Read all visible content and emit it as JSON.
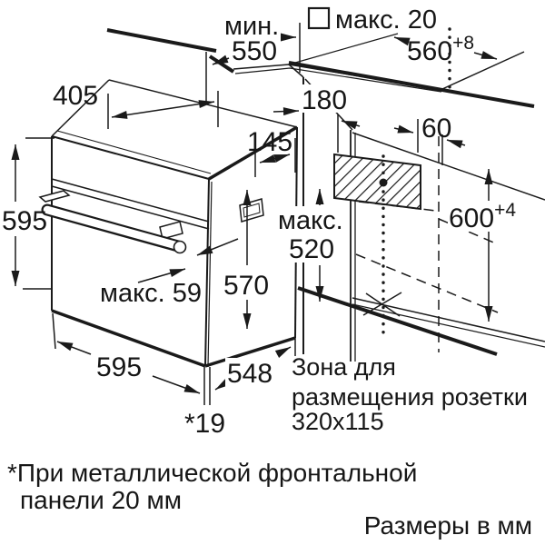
{
  "diagram": {
    "title_hint": "Built-in oven installation dimensions drawing",
    "units_note": "Размеры в мм",
    "labels": {
      "min550_word": "мин.",
      "min550_value": "550",
      "max20": "макс. 20",
      "w560": "560",
      "w560_sup": "+8",
      "d405": "405",
      "d180": "180",
      "d60": "60",
      "d145": "145",
      "h595_left": "595",
      "max520_word": "макс.",
      "max520_value": "520",
      "h600": "600",
      "h600_sup": "+4",
      "max59": "макс. 59",
      "d570": "570",
      "w595_bottom": "595",
      "d548": "548",
      "protrusion": "*19",
      "socket_zone_line1": "Зона для",
      "socket_zone_line2": "размещения розетки",
      "socket_zone_line3": "320x115"
    },
    "notes": {
      "footnote_line1": "*При металлической фронтальной",
      "footnote_line2": "панели 20 мм",
      "units": "Размеры в мм"
    },
    "colors": {
      "line": "#1a1a1a",
      "background": "#ffffff"
    }
  }
}
